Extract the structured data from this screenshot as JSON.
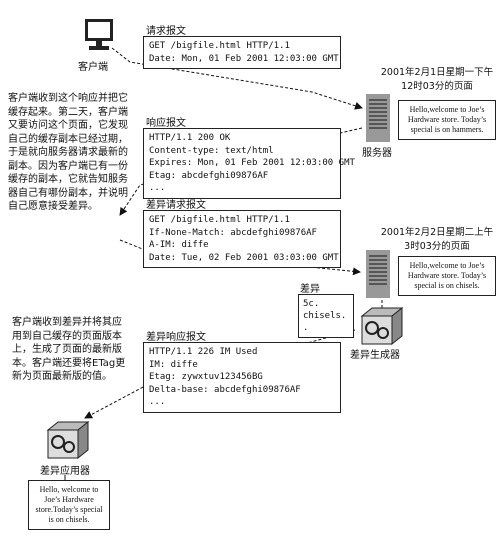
{
  "client_label": "客户端",
  "server_label": "服务器",
  "request": {
    "title": "请求报文",
    "lines": [
      "GET /bigfile.html HTTP/1.1",
      "Date: Mon, 01 Feb 2001 12:03:00 GMT"
    ]
  },
  "response": {
    "title": "响应报文",
    "lines": [
      "HTTP/1.1 200 OK",
      "Content-type: text/html",
      "Expires: Mon, 01 Feb 2001 12:03:00 GMT",
      "Etag: abcdefghi09876AF",
      "..."
    ]
  },
  "diff_request": {
    "title": "差异请求报文",
    "lines": [
      "GET /bigfile.html HTTP/1.1",
      "If-None-Match: abcdefghi09876AF",
      "A-IM: diffe",
      "Date: Tue, 02 Feb 2001 03:03:00 GMT"
    ]
  },
  "diff_response": {
    "title": "差异响应报文",
    "lines": [
      "HTTP/1.1 226 IM Used",
      "IM: diffe",
      "Etag: zywxtuv123456BG",
      "Delta-base: abcdefghi09876AF",
      "..."
    ]
  },
  "page_v1": {
    "date": "2001年2月1日星期一下午12时03分的页面",
    "text": "Hello,welcome to Joe’s Hardware store. Today’s special is on hammers."
  },
  "page_v2": {
    "date": "2001年2月2日星期二上午3时03分的页面",
    "text": "Hello,welcome to Joe’s Hardware store. Today’s special is on chisels."
  },
  "diff": {
    "label": "差异",
    "content": "5c.\nchisels.\n."
  },
  "diff_generator_label": "差异生成器",
  "diff_applier_label": "差异应用器",
  "final_page_text": "Hello, welcome to Joe’s Hardware store.Today’s special is on chisels.",
  "note_cache": "客户端收到这个响应并把它缓存起来。第二天，客户端又要访问这个页面，它发现自己的缓存副本已经过期，于是就向服务器请求最新的副本。因为客户端已有一份缓存的副本，它就告知服务器自己有哪份副本，并说明自己愿意接受差异。",
  "note_apply": "客户端收到差异并将其应用到自己缓存的页面版本上，生成了页面的最新版本。客户端还要将ETag更新为页面最新版的值。"
}
